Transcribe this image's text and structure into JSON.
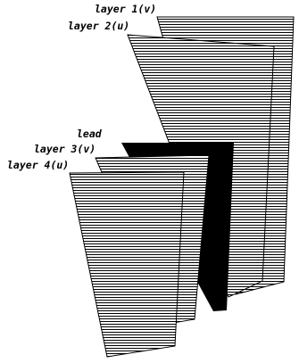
{
  "labels": {
    "layer1": "layer 1(v)",
    "layer2": "layer 2(u)",
    "lead": "lead",
    "layer3": "layer 3(v)",
    "layer4": "layer 4(u)"
  },
  "colors": {
    "line": "#000000",
    "background": "#ffffff",
    "lead_fill": "#000000"
  },
  "hatch": "horizontal-lines"
}
